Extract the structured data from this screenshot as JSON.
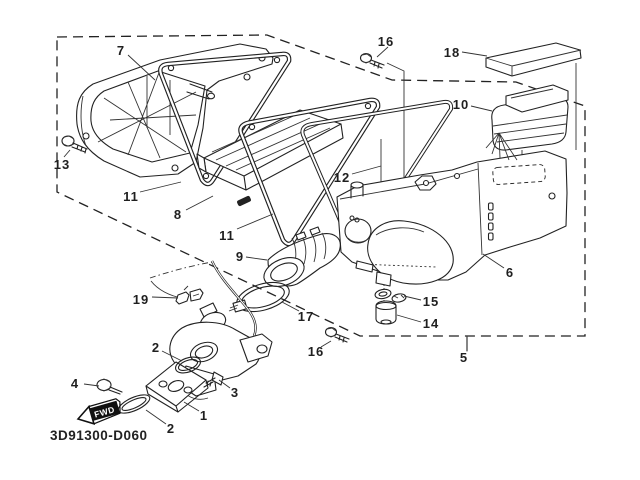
{
  "diagram": {
    "type": "exploded-parts-diagram",
    "drawing_number": "3D91300-D060",
    "fwd_label": "FWD",
    "line_color": "#222222",
    "background_color": "#ffffff",
    "callouts": [
      {
        "text": "7"
      },
      {
        "text": "16"
      },
      {
        "text": "18"
      },
      {
        "text": "10"
      },
      {
        "text": "13"
      },
      {
        "text": "11"
      },
      {
        "text": "8"
      },
      {
        "text": "12"
      },
      {
        "text": "11"
      },
      {
        "text": "9"
      },
      {
        "text": "6"
      },
      {
        "text": "19"
      },
      {
        "text": "17"
      },
      {
        "text": "15"
      },
      {
        "text": "14"
      },
      {
        "text": "16"
      },
      {
        "text": "5"
      },
      {
        "text": "2"
      },
      {
        "text": "4"
      },
      {
        "text": "3"
      },
      {
        "text": "1"
      },
      {
        "text": "2"
      }
    ]
  }
}
